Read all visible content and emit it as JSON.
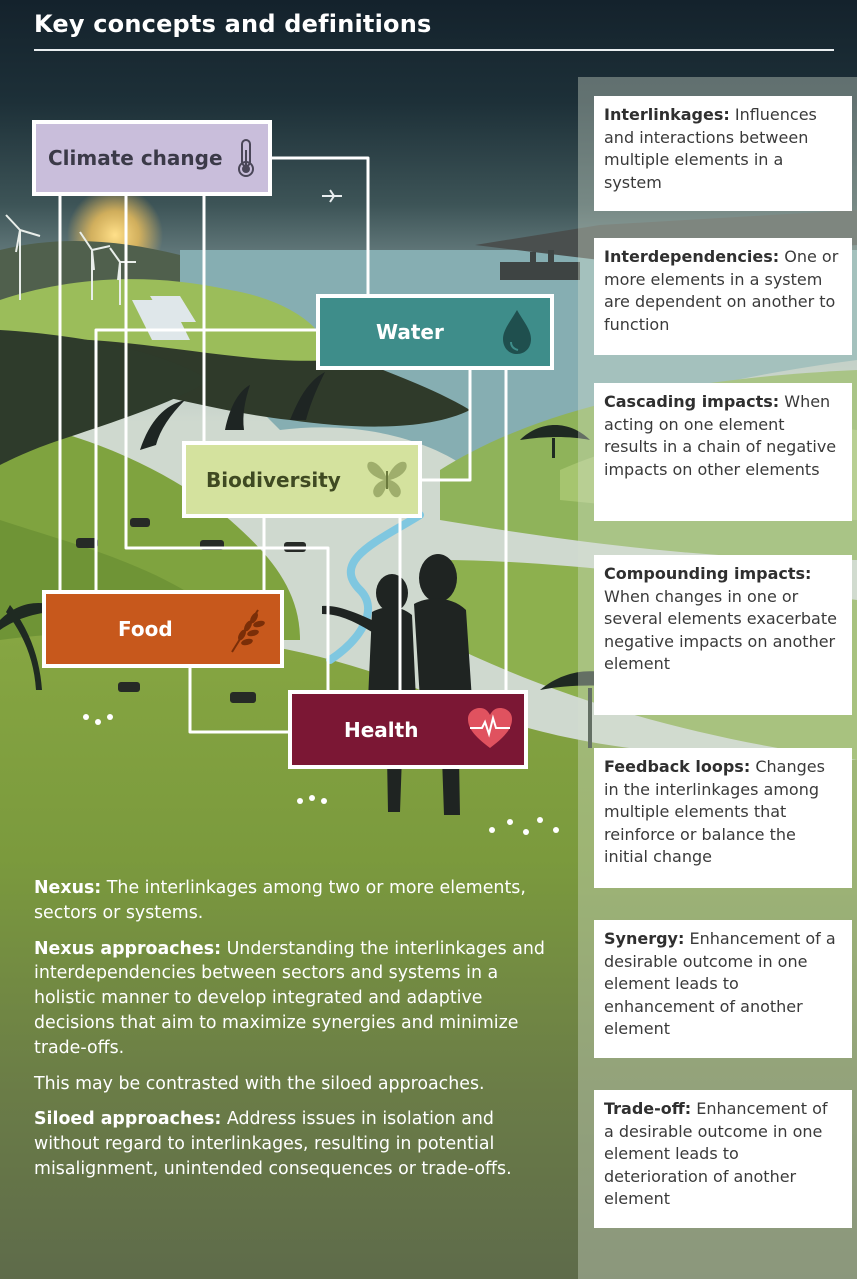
{
  "header": {
    "title": "Key concepts and definitions"
  },
  "diagram": {
    "nodes": {
      "climate": {
        "label": "Climate change",
        "icon": "thermometer-icon",
        "color": "#c9bedb"
      },
      "water": {
        "label": "Water",
        "icon": "water-drop-icon",
        "color": "#3e8d8a"
      },
      "biodiversity": {
        "label": "Biodiversity",
        "icon": "butterfly-icon",
        "color": "#d4e29e"
      },
      "food": {
        "label": "Food",
        "icon": "wheat-icon",
        "color": "#c7581c"
      },
      "health": {
        "label": "Health",
        "icon": "heart-pulse-icon",
        "color": "#7b1734"
      }
    }
  },
  "definitions": [
    {
      "term": "Interlinkages:",
      "text": " Influences and interactions between multiple elements in a system"
    },
    {
      "term": "Interdependencies:",
      "text": " One or more elements in a system are dependent on another to function"
    },
    {
      "term": "Cascading impacts:",
      "text": " When acting on one element results in a chain of negative impacts on other elements"
    },
    {
      "term": "Compounding impacts:",
      "text": " When changes in one or several elements exacerbate negative impacts on another element"
    },
    {
      "term": "Feedback loops:",
      "text": " Changes in the interlinkages among multiple elements that reinforce or balance the initial change"
    },
    {
      "term": "Synergy:",
      "text": " Enhancement of a desirable outcome in one element leads to enhancement of another element"
    },
    {
      "term": "Trade-off:",
      "text": " Enhancement of a desirable outcome in one element leads to deterioration of another element"
    }
  ],
  "notes": {
    "nexus_term": "Nexus:",
    "nexus_text": " The interlinkages among two or more elements, sectors or systems.",
    "approaches_term": "Nexus approaches:",
    "approaches_text": " Understanding the interlinkages and interdependencies between sectors and systems in a holistic manner to develop integrated and adaptive decisions that aim to maximize synergies and minimize trade-offs.",
    "contrast_text": "This may be contrasted with the siloed approaches.",
    "siloed_term": "Siloed approaches:",
    "siloed_text": " Address issues in isolation and without regard to interlinkages, resulting in potential misalignment, unintended consequences or trade-offs."
  },
  "colors": {
    "sky_top": "#14222c",
    "sky_mid": "#5f7a7e",
    "horizon": "#b9c7c2",
    "sea": "#86aeb2",
    "grass": "#7f9b3c",
    "link_lines": "#ffffff"
  }
}
